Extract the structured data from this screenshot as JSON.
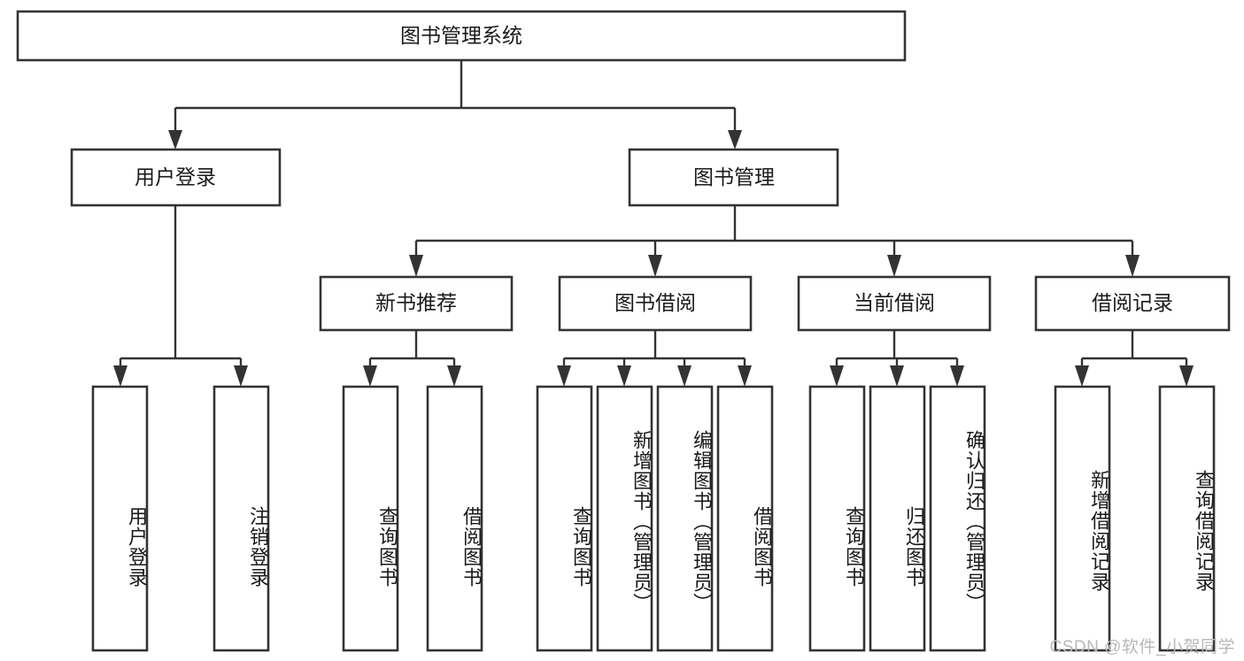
{
  "diagram": {
    "title": "图书管理系统",
    "type": "tree-hierarchy-diagram",
    "orientation": "top-down",
    "colors": {
      "box_stroke": "#333333",
      "box_fill": "#ffffff",
      "connector": "#333333",
      "text": "#1a1a1a",
      "background": "#ffffff",
      "watermark": "#b9b9b9"
    },
    "root": {
      "label": "图书管理系统"
    },
    "level1": [
      {
        "label": "用户登录"
      },
      {
        "label": "图书管理"
      }
    ],
    "level2": [
      {
        "label": "新书推荐"
      },
      {
        "label": "图书借阅"
      },
      {
        "label": "当前借阅"
      },
      {
        "label": "借阅记录"
      }
    ],
    "leaves": {
      "user_login": [
        {
          "label": "用户登录"
        },
        {
          "label": "注销登录"
        }
      ],
      "new_book_recommend": [
        {
          "label": "查询图书"
        },
        {
          "label": "借阅图书"
        }
      ],
      "book_borrow": [
        {
          "label": "查询图书"
        },
        {
          "label": "新增图书（管理员）"
        },
        {
          "label": "编辑图书（管理员）"
        },
        {
          "label": "借阅图书"
        }
      ],
      "current_borrow": [
        {
          "label": "查询图书"
        },
        {
          "label": "归还图书"
        },
        {
          "label": "确认归还（管理员）"
        }
      ],
      "borrow_record": [
        {
          "label": "新增借阅记录"
        },
        {
          "label": "查询借阅记录"
        }
      ]
    }
  },
  "watermark": {
    "text": "CSDN @软件_小贺同学"
  }
}
